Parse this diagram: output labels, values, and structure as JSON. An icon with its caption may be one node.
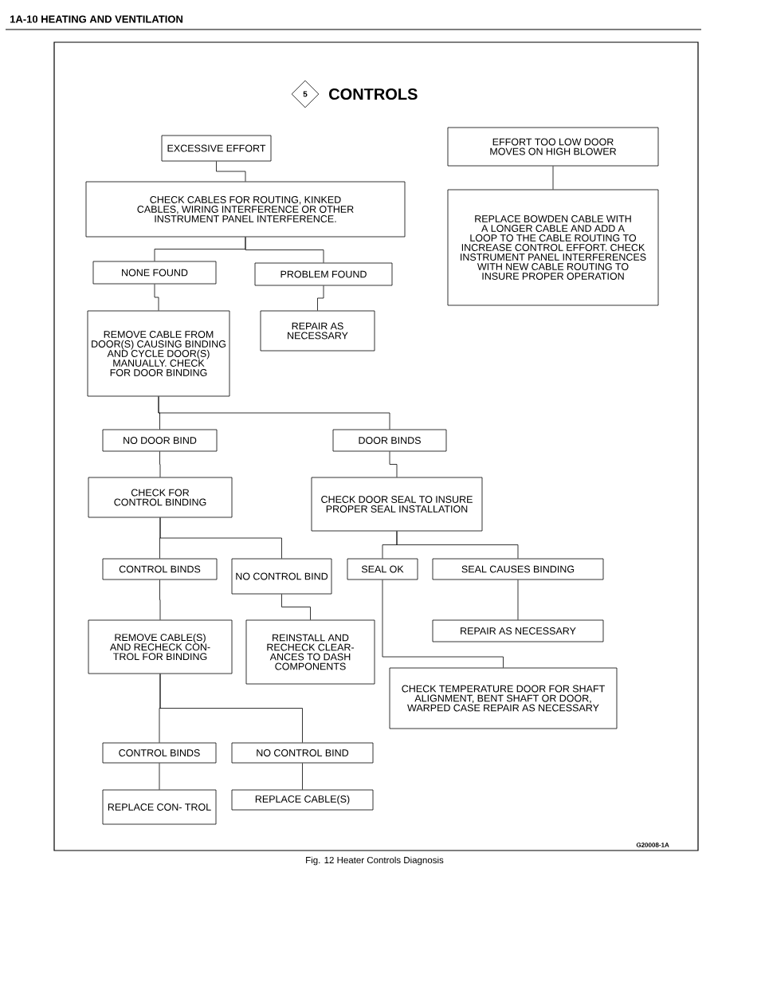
{
  "diagram": {
    "title": "CONTROLS",
    "caption": "Fig. 12 Heater Controls Diagnosis",
    "nodes": [
      {
        "text": [
          "5"
        ]
      },
      {
        "text": [
          "EXCESSIVE EFFORT"
        ]
      },
      {
        "text": [
          "CHECK CABLES FOR ROUTING, KINKED CABLES, WIRING INTERFERENCE OR OTHER INSTRUMENT PANEL INTERFERENCE."
        ]
      },
      {
        "text": [
          "EFFORT TOO LOW DOOR MOVES ON HIGH BLOWER"
        ]
      },
      {
        "text": [
          "REPLACE BOWDEN CABLE WITH A LONGER CABLE AND ADD A LOOP TO THE CABLE ROUTING TO INCREASE CONTROL EFFORT. CHECK INSTRUMENT PANEL INTERFERENCES WITH NEW CABLE ROUTING TO INSURE PROPER OPERATION"
        ]
      },
      {
        "text": [
          "NONE FOUND"
        ]
      },
      {
        "text": [
          "PROBLEM FOUND"
        ]
      },
      {
        "text": [
          "REMOVE CABLE FROM DOOR(S) CAUSING BINDING AND CYCLE DOOR(S) MANUALLY. CHECK FOR DOOR BINDING"
        ]
      },
      {
        "text": [
          "REPAIR AS NECESSARY"
        ]
      },
      {
        "text": [
          "NO DOOR BIND"
        ]
      },
      {
        "text": [
          "DOOR BINDS"
        ]
      },
      {
        "text": [
          "CHECK FOR CONTROL BINDING"
        ]
      },
      {
        "text": [
          "CHECK DOOR SEAL TO INSURE PROPER SEAL INSTALLATION"
        ]
      },
      {
        "text": [
          "CONTROL BINDS"
        ]
      },
      {
        "text": [
          "NO CONTROL BIND"
        ]
      },
      {
        "text": [
          "SEAL OK"
        ]
      },
      {
        "text": [
          "SEAL CAUSES BINDING"
        ]
      },
      {
        "text": [
          "REMOVE CABLE(S) AND RECHECK CON- TROL FOR BINDING"
        ]
      },
      {
        "text": [
          "REINSTALL AND RECHECK CLEAR- ANCES TO DASH COMPONENTS"
        ]
      },
      {
        "text": [
          "REPAIR AS NECESSARY"
        ]
      },
      {
        "text": [
          "CHECK TEMPERATURE DOOR FOR SHAFT ALIGNMENT, BENT SHAFT OR DOOR, WARPED CASE REPAIR AS NECESSARY"
        ]
      },
      {
        "text": [
          "CONTROL BINDS"
        ]
      },
      {
        "text": [
          "NO CONTROL BIND"
        ]
      },
      {
        "text": [
          "REPLACE CON- TROL"
        ]
      },
      {
        "text": [
          "REPLACE CABLE(S)"
        ]
      }
    ],
    "edges": [
      {
        "from": 1,
        "to": 2,
        "arrow": "none"
      },
      {
        "from": 3,
        "to": 4,
        "arrow": "none"
      },
      {
        "from": 2,
        "to": 5,
        "arrow": "none"
      },
      {
        "from": 2,
        "to": 6,
        "arrow": "none"
      },
      {
        "from": 5,
        "to": 7,
        "arrow": "none"
      },
      {
        "from": 6,
        "to": 8,
        "arrow": "none"
      },
      {
        "from": 7,
        "to": 9,
        "arrow": "none"
      },
      {
        "from": 7,
        "to": 10,
        "arrow": "none"
      },
      {
        "from": 9,
        "to": 11,
        "arrow": "none"
      },
      {
        "from": 10,
        "to": 12,
        "arrow": "none"
      },
      {
        "from": 11,
        "to": 13,
        "arrow": "none"
      },
      {
        "from": 11,
        "to": 14,
        "arrow": "none"
      },
      {
        "from": 12,
        "to": 15,
        "arrow": "none"
      },
      {
        "from": 12,
        "to": 16,
        "arrow": "none"
      },
      {
        "from": 13,
        "to": 17,
        "arrow": "none"
      },
      {
        "from": 14,
        "to": 18,
        "arrow": "none"
      },
      {
        "from": 16,
        "to": 19,
        "arrow": "none"
      },
      {
        "from": 15,
        "to": 20,
        "arrow": "none"
      },
      {
        "from": 17,
        "to": 21,
        "arrow": "none"
      },
      {
        "from": 17,
        "to": 22,
        "arrow": "none"
      },
      {
        "from": 21,
        "to": 23,
        "arrow": "none"
      },
      {
        "from": 22,
        "to": 24,
        "arrow": "none"
      }
    ],
    "labels": [
      "1A-10 HEATING AND VENTILATION",
      "G20008-1A"
    ]
  }
}
